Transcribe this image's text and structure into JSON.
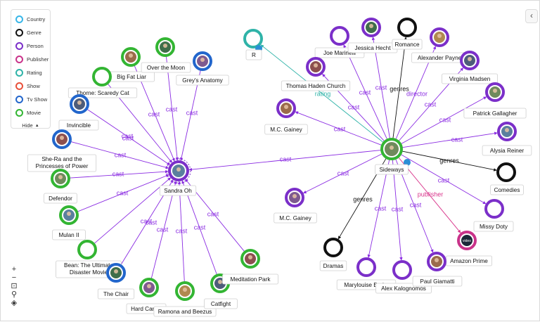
{
  "legend": {
    "items": [
      {
        "label": "Country",
        "color": "#38b6e8"
      },
      {
        "label": "Genre",
        "color": "#111111"
      },
      {
        "label": "Person",
        "color": "#7b2fc9"
      },
      {
        "label": "Publisher",
        "color": "#c9338a"
      },
      {
        "label": "Rating",
        "color": "#2fb3a8"
      },
      {
        "label": "Show",
        "color": "#e8503a"
      },
      {
        "label": "Tv Show",
        "color": "#2266cc"
      },
      {
        "label": "Movie",
        "color": "#33b533"
      }
    ],
    "hide_label": "Hide",
    "hide_caret": "▲"
  },
  "controls": {
    "zoom_in": "+",
    "zoom_out": "−",
    "fit": "⊡",
    "pin": "⚲",
    "layers": "◈",
    "collapse": "‹"
  },
  "node_types": {
    "Movie": "#33b533",
    "TvShow": "#2266cc",
    "Person": "#7b2fc9",
    "Genre": "#111111",
    "Publisher": "#c9338a",
    "Rating": "#2fb3a8"
  },
  "nodes": [
    {
      "id": "sandra",
      "label": "Sandra Oh",
      "type": "Person",
      "photo": true
    },
    {
      "id": "bigfat",
      "label": "Big Fat Liar",
      "type": "Movie",
      "photo": true
    },
    {
      "id": "moon",
      "label": "Over the Moon",
      "type": "Movie",
      "photo": true
    },
    {
      "id": "greys",
      "label": "Grey's Anatomy",
      "type": "TvShow",
      "photo": true
    },
    {
      "id": "thorne",
      "label": "Thorne: Scaredy Cat",
      "type": "Movie",
      "photo": false
    },
    {
      "id": "invincible",
      "label": "Invincible",
      "type": "TvShow",
      "photo": true
    },
    {
      "id": "shera",
      "label": "She-Ra and the Princesses of Power",
      "type": "TvShow",
      "photo": true
    },
    {
      "id": "defendor",
      "label": "Defendor",
      "type": "Movie",
      "photo": true
    },
    {
      "id": "mulan",
      "label": "Mulan II",
      "type": "Movie",
      "photo": true
    },
    {
      "id": "bean",
      "label": "Bean: The Ultimate Disaster Movie",
      "type": "Movie",
      "photo": false
    },
    {
      "id": "chair",
      "label": "The Chair",
      "type": "TvShow",
      "photo": true
    },
    {
      "id": "hardcandy",
      "label": "Hard Candy",
      "type": "Movie",
      "photo": true
    },
    {
      "id": "ramona",
      "label": "Ramona and Beezus",
      "type": "Movie",
      "photo": true
    },
    {
      "id": "catfight",
      "label": "Catfight",
      "type": "Movie",
      "photo": true
    },
    {
      "id": "meditation",
      "label": "Meditation Park",
      "type": "Movie",
      "photo": true
    },
    {
      "id": "sideways",
      "label": "Sideways",
      "type": "Movie",
      "photo": true
    },
    {
      "id": "rating",
      "label": "R",
      "type": "Rating",
      "photo": false
    },
    {
      "id": "joe",
      "label": "Joe Marinelli",
      "type": "Person",
      "photo": false
    },
    {
      "id": "jessica",
      "label": "Jessica Hecht",
      "type": "Person",
      "photo": true
    },
    {
      "id": "romance",
      "label": "Romance",
      "type": "Genre",
      "photo": false
    },
    {
      "id": "alexander",
      "label": "Alexander Payne",
      "type": "Person",
      "photo": true
    },
    {
      "id": "virginia",
      "label": "Virginia Madsen",
      "type": "Person",
      "photo": true
    },
    {
      "id": "thomas",
      "label": "Thomas Haden Church",
      "type": "Person",
      "photo": true
    },
    {
      "id": "patrick",
      "label": "Patrick Gallagher",
      "type": "Person",
      "photo": true
    },
    {
      "id": "alysia",
      "label": "Alysia Reiner",
      "type": "Person",
      "photo": true
    },
    {
      "id": "mcg1",
      "label": "M.C. Gainey",
      "type": "Person",
      "photo": true
    },
    {
      "id": "comedies",
      "label": "Comedies",
      "type": "Genre",
      "photo": false
    },
    {
      "id": "mcg2",
      "label": "M.C. Gainey",
      "type": "Person",
      "photo": true
    },
    {
      "id": "missy",
      "label": "Missy Doty",
      "type": "Person",
      "photo": false
    },
    {
      "id": "dramas",
      "label": "Dramas",
      "type": "Genre",
      "photo": false
    },
    {
      "id": "amazon",
      "label": "Amazon Prime",
      "type": "Publisher",
      "photo": true,
      "logo_text": "video"
    },
    {
      "id": "marylouise",
      "label": "Marylouise Burke",
      "type": "Person",
      "photo": false
    },
    {
      "id": "alexk",
      "label": "Alex Kalognomos",
      "type": "Person",
      "photo": false
    },
    {
      "id": "paul",
      "label": "Paul Giamatti",
      "type": "Person",
      "photo": true
    }
  ],
  "edges": [
    {
      "from": "bigfat",
      "to": "sandra",
      "label": "cast"
    },
    {
      "from": "moon",
      "to": "sandra",
      "label": "cast"
    },
    {
      "from": "greys",
      "to": "sandra",
      "label": "cast"
    },
    {
      "from": "thorne",
      "to": "sandra",
      "label": "cast"
    },
    {
      "from": "invincible",
      "to": "sandra",
      "label": "cast"
    },
    {
      "from": "shera",
      "to": "sandra",
      "label": "cast"
    },
    {
      "from": "defendor",
      "to": "sandra",
      "label": "cast"
    },
    {
      "from": "mulan",
      "to": "sandra",
      "label": "cast"
    },
    {
      "from": "bean",
      "to": "sandra",
      "label": "cast"
    },
    {
      "from": "chair",
      "to": "sandra",
      "label": "cast"
    },
    {
      "from": "hardcandy",
      "to": "sandra",
      "label": "cast"
    },
    {
      "from": "ramona",
      "to": "sandra",
      "label": "cast"
    },
    {
      "from": "catfight",
      "to": "sandra",
      "label": "cast"
    },
    {
      "from": "meditation",
      "to": "sandra",
      "label": "cast"
    },
    {
      "from": "sideways",
      "to": "sandra",
      "label": "cast"
    },
    {
      "from": "sideways",
      "to": "rating",
      "label": "rating"
    },
    {
      "from": "sideways",
      "to": "joe",
      "label": "cast"
    },
    {
      "from": "sideways",
      "to": "jessica",
      "label": "cast"
    },
    {
      "from": "sideways",
      "to": "romance",
      "label": "genres"
    },
    {
      "from": "sideways",
      "to": "alexander",
      "label": "director"
    },
    {
      "from": "sideways",
      "to": "virginia",
      "label": "cast"
    },
    {
      "from": "sideways",
      "to": "thomas",
      "label": "cast"
    },
    {
      "from": "sideways",
      "to": "patrick",
      "label": "cast"
    },
    {
      "from": "sideways",
      "to": "alysia",
      "label": "cast"
    },
    {
      "from": "sideways",
      "to": "mcg1",
      "label": "cast"
    },
    {
      "from": "sideways",
      "to": "comedies",
      "label": "genres"
    },
    {
      "from": "sideways",
      "to": "mcg2",
      "label": "cast"
    },
    {
      "from": "sideways",
      "to": "missy",
      "label": "cast"
    },
    {
      "from": "sideways",
      "to": "dramas",
      "label": "genres"
    },
    {
      "from": "sideways",
      "to": "amazon",
      "label": "publisher"
    },
    {
      "from": "sideways",
      "to": "marylouise",
      "label": "cast"
    },
    {
      "from": "sideways",
      "to": "alexk",
      "label": "cast"
    },
    {
      "from": "sideways",
      "to": "paul",
      "label": "cast"
    }
  ],
  "edge_colors": {
    "cast": "#8a2be2",
    "genres": "#111111",
    "director": "#8a2be2",
    "rating": "#2fb3a8",
    "publisher": "#d8338a"
  }
}
